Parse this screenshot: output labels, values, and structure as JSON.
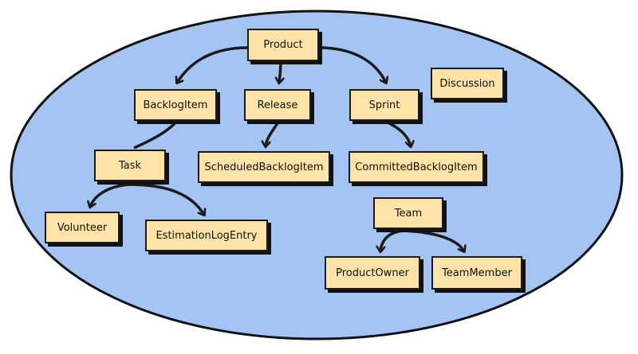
{
  "diagram": {
    "fill_color": "#a4c4f4",
    "node_color": "#fde3a7",
    "line_color": "#1a1a1a",
    "nodes": {
      "product": "Product",
      "backlogitem": "BacklogItem",
      "release": "Release",
      "sprint": "Sprint",
      "discussion": "Discussion",
      "task": "Task",
      "scheduled": "ScheduledBacklogItem",
      "committed": "CommittedBacklogItem",
      "team": "Team",
      "volunteer": "Volunteer",
      "estimation": "EstimationLogEntry",
      "productowner": "ProductOwner",
      "teammember": "TeamMember"
    },
    "edges": [
      {
        "from": "Product",
        "to": "BacklogItem"
      },
      {
        "from": "Product",
        "to": "Release"
      },
      {
        "from": "Product",
        "to": "Sprint"
      },
      {
        "from": "Task",
        "to": "Volunteer"
      },
      {
        "from": "Task",
        "to": "EstimationLogEntry"
      },
      {
        "from": "Release",
        "to": "ScheduledBacklogItem"
      },
      {
        "from": "Sprint",
        "to": "CommittedBacklogItem"
      },
      {
        "from": "Team",
        "to": "ProductOwner"
      },
      {
        "from": "Team",
        "to": "TeamMember"
      }
    ]
  }
}
